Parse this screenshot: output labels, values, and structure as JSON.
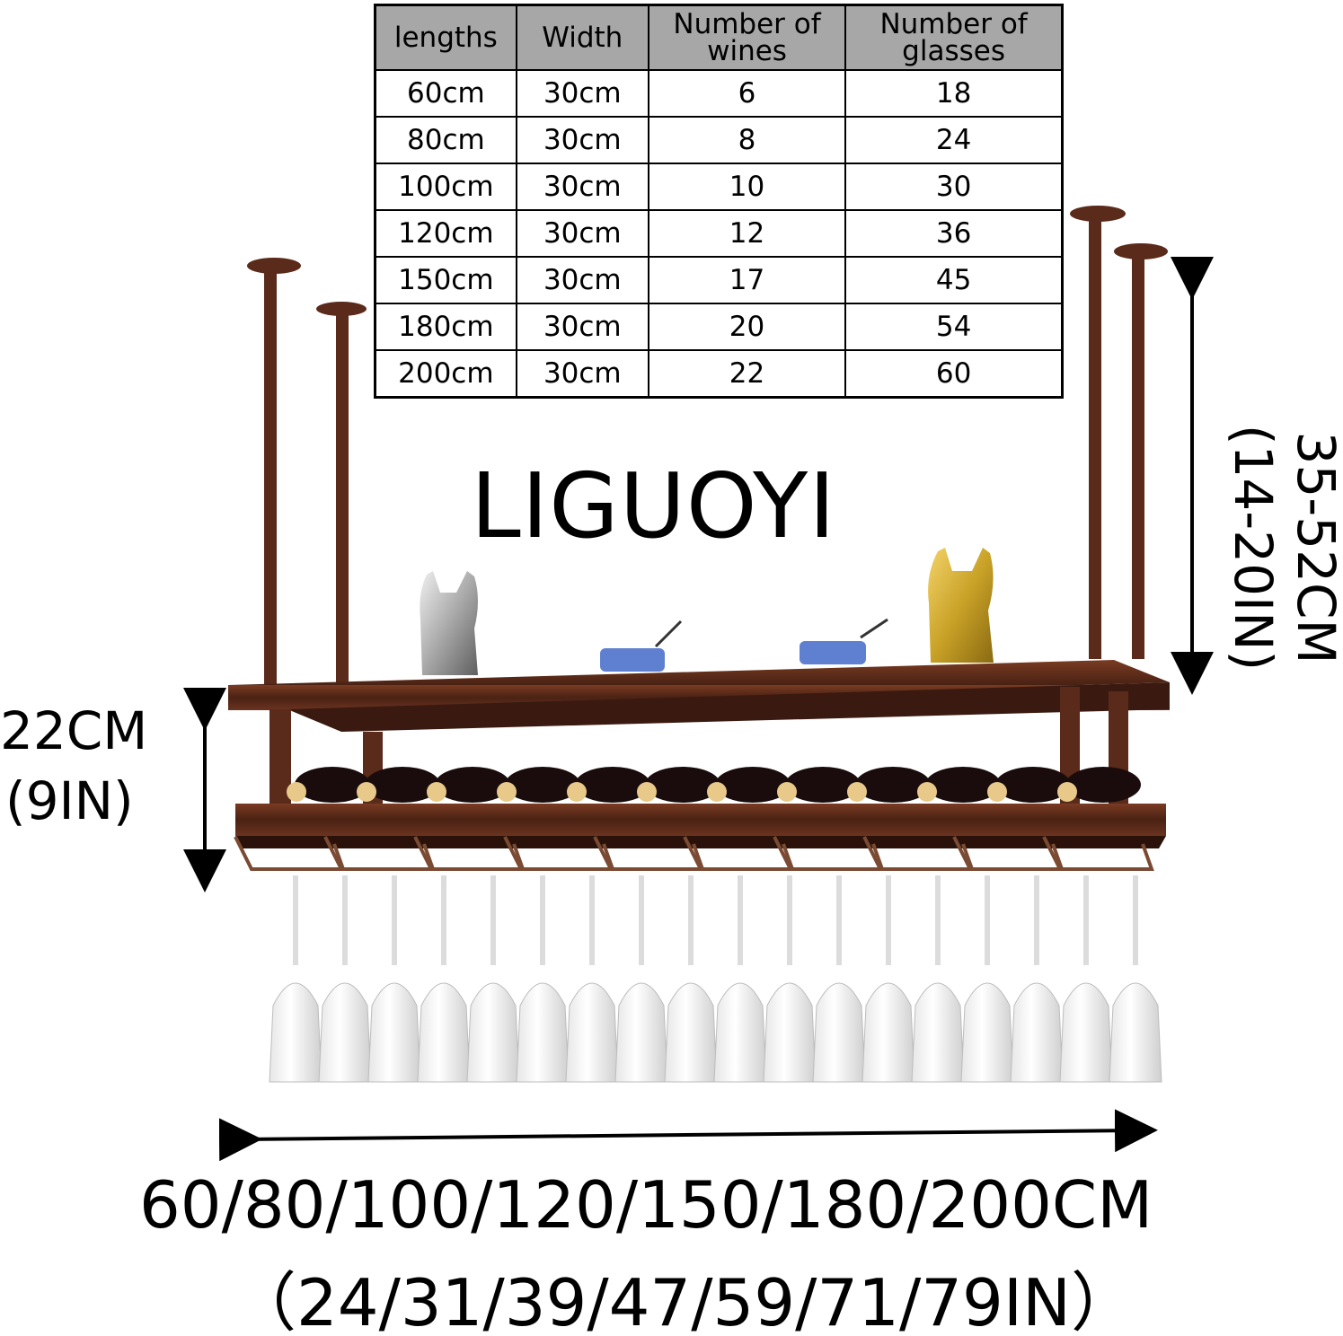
{
  "spec_table": {
    "headers": [
      "lengths",
      "Width",
      "Number of wines",
      "Number of glasses"
    ],
    "rows": [
      [
        "60cm",
        "30cm",
        "6",
        "18"
      ],
      [
        "80cm",
        "30cm",
        "8",
        "24"
      ],
      [
        "100cm",
        "30cm",
        "10",
        "30"
      ],
      [
        "120cm",
        "30cm",
        "12",
        "36"
      ],
      [
        "150cm",
        "30cm",
        "17",
        "45"
      ],
      [
        "180cm",
        "30cm",
        "20",
        "54"
      ],
      [
        "200cm",
        "30cm",
        "22",
        "60"
      ]
    ]
  },
  "brand": "LIGUOYI",
  "dimensions": {
    "shelf_gap_cm": "22CM",
    "shelf_gap_in": "(9IN)",
    "drop_cm": "35-52CM",
    "drop_in": "(14-20IN)",
    "length_cm": "60/80/100/120/150/180/200CM",
    "length_in": "（24/31/39/47/59/71/79IN）"
  },
  "colors": {
    "wood": "#5a2a1a",
    "table_header": "#a7a7a7",
    "gold_ornament": "#c9a227",
    "silver_ornament": "#b8b8b8"
  }
}
